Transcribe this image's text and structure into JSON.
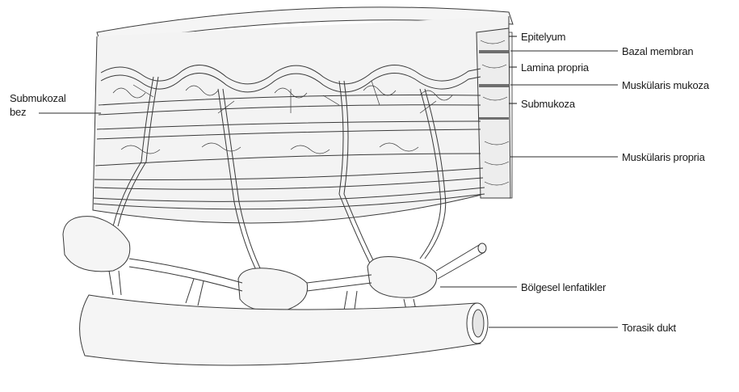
{
  "labels": {
    "submukozal_bez_1": "Submukozal",
    "submukozal_bez_2": "bez",
    "epitelyum": "Epitelyum",
    "bazal_membran": "Bazal membran",
    "lamina_propria": "Lamina propria",
    "muskularis_mukoza": "Muskülaris mukoza",
    "submukoza": "Submukoza",
    "muskularis_propria": "Muskülaris propria",
    "bolgesel_lenfatikler": "Bölgesel lenfatikler",
    "torasik_dukt": "Torasik dukt"
  },
  "colors": {
    "ink": "#3a3a3a",
    "tissue_fill": "#f3f3f3",
    "layer_marker": "#6e6e6e",
    "leader_line": "#2b2b2b"
  }
}
